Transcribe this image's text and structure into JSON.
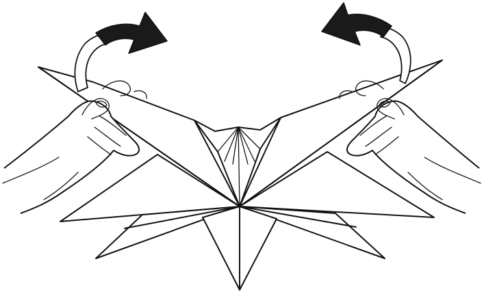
{
  "diagram": {
    "background": "#ffffff",
    "ink_color": "#111111",
    "parts": [
      "left-curved-arrow",
      "right-curved-arrow",
      "left-hand",
      "right-hand",
      "folded-paper-star"
    ]
  }
}
